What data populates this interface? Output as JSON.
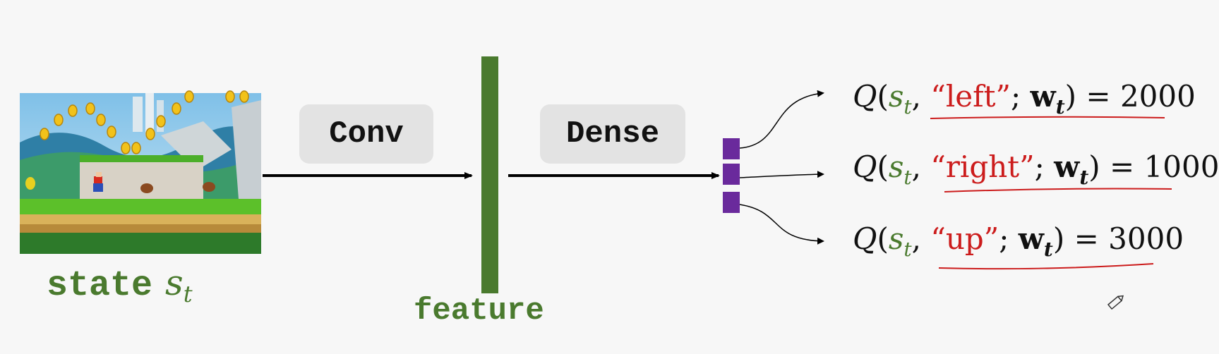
{
  "state": {
    "word": "state",
    "var": "s",
    "sub": "t"
  },
  "layers": {
    "conv": "Conv",
    "dense": "Dense"
  },
  "feature_label": "feature",
  "q_values": [
    {
      "action": "“left”",
      "value": "2000"
    },
    {
      "action": "“right”",
      "value": "1000"
    },
    {
      "action": "“up”",
      "value": "3000"
    }
  ],
  "q_parts": {
    "q": "Q",
    "s": "s",
    "t": "t",
    "w": "w",
    "eq": "="
  },
  "colors": {
    "green": "#4a7a2e",
    "red": "#cc1c1c",
    "purple": "#6a2a9c",
    "box": "#e3e3e3"
  },
  "icons": {
    "pencil": "pencil-icon",
    "game": "mario-game-thumbnail"
  }
}
